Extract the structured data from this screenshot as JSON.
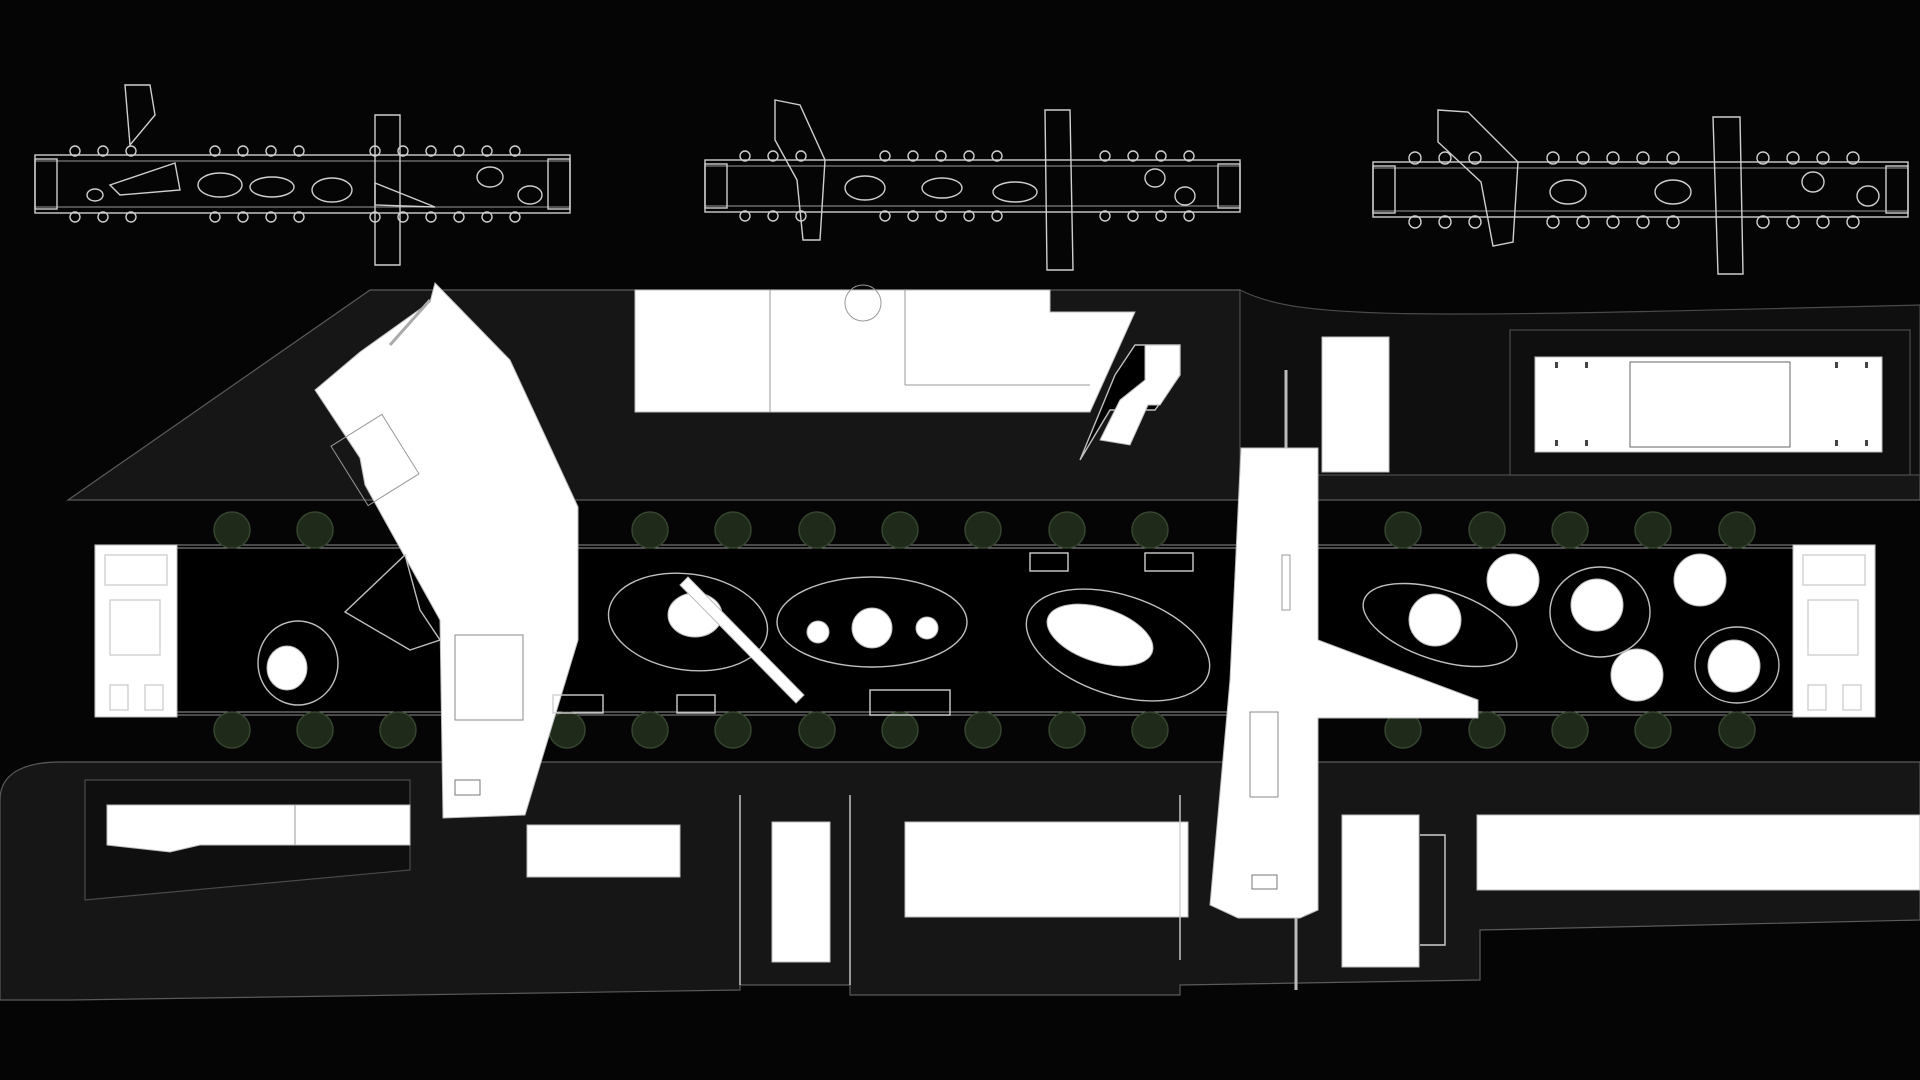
{
  "drawing": {
    "background": "#050505",
    "line_color": "#cfcfcf",
    "fill_color": "#ffffff",
    "ground_color": "#161616",
    "tree_color": "#1f2a1b",
    "mini_plans": [
      "phase-1-plan",
      "phase-2-plan",
      "phase-3-plan"
    ]
  }
}
